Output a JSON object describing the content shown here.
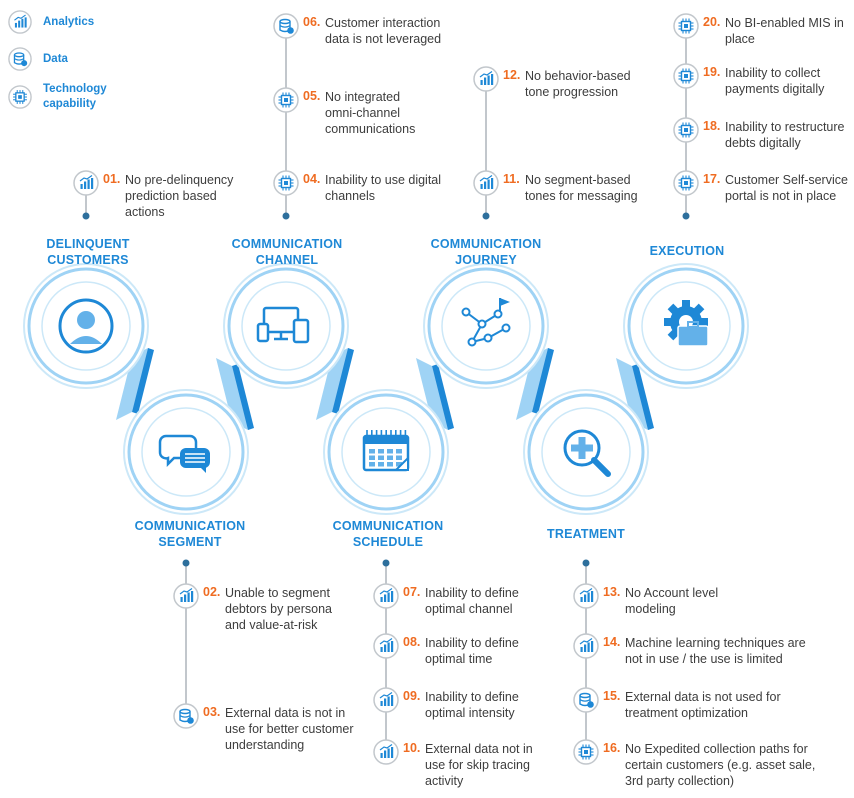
{
  "legend": [
    {
      "icon": "analytics-icon",
      "label": "Analytics"
    },
    {
      "icon": "data-icon",
      "label": "Data"
    },
    {
      "icon": "technology-icon",
      "label": "Technology capability"
    }
  ],
  "colors": {
    "blue": "#1e88d6",
    "light_blue": "#9fd3f5",
    "ring": "#cce8f8",
    "orange": "#ef6c22",
    "text": "#3d3d3d",
    "line": "#c2c7cc"
  },
  "stages": [
    {
      "label": "DELINQUENT CUSTOMERS",
      "icon": "person-icon"
    },
    {
      "label": "COMMUNICATION SEGMENT",
      "icon": "chat-bubbles-icon"
    },
    {
      "label": "COMMUNICATION CHANNEL",
      "icon": "devices-icon"
    },
    {
      "label": "COMMUNICATION SCHEDULE",
      "icon": "calendar-icon"
    },
    {
      "label": "COMMUNICATION JOURNEY",
      "icon": "journey-path-icon"
    },
    {
      "label": "TREATMENT",
      "icon": "medical-cross-magnifier-icon"
    },
    {
      "label": "EXECUTION",
      "icon": "gear-briefcase-icon"
    }
  ],
  "items": [
    {
      "num": "01.",
      "text": "No pre-delinquency prediction based actions",
      "type": "analytics"
    },
    {
      "num": "02.",
      "text": "Unable to segment debtors by persona and value-at-risk",
      "type": "analytics"
    },
    {
      "num": "03.",
      "text": "External data is not in use for better customer understanding",
      "type": "data"
    },
    {
      "num": "04.",
      "text": "Inability to use digital channels",
      "type": "technology"
    },
    {
      "num": "05.",
      "text": "No integrated omni-channel communications",
      "type": "technology"
    },
    {
      "num": "06.",
      "text": "Customer interaction data is not leveraged",
      "type": "data"
    },
    {
      "num": "07.",
      "text": "Inability to define optimal channel",
      "type": "analytics"
    },
    {
      "num": "08.",
      "text": "Inability to define optimal time",
      "type": "analytics"
    },
    {
      "num": "09.",
      "text": "Inability to define optimal intensity",
      "type": "analytics"
    },
    {
      "num": "10.",
      "text": "External data not in use for skip tracing activity",
      "type": "analytics"
    },
    {
      "num": "11.",
      "text": "No segment-based tones for messaging",
      "type": "analytics"
    },
    {
      "num": "12.",
      "text": "No behavior-based tone progression",
      "type": "analytics"
    },
    {
      "num": "13.",
      "text": "No Account level modeling",
      "type": "analytics"
    },
    {
      "num": "14.",
      "text": "Machine learning techniques are not in use / the use is limited",
      "type": "analytics"
    },
    {
      "num": "15.",
      "text": "External data is not used for treatment optimization",
      "type": "data"
    },
    {
      "num": "16.",
      "text": "No Expedited collection paths for certain customers (e.g. asset sale, 3rd party collection)",
      "type": "technology"
    },
    {
      "num": "17.",
      "text": "Customer Self-service portal is not in place",
      "type": "technology"
    },
    {
      "num": "18.",
      "text": "Inability to restructure debts digitally",
      "type": "technology"
    },
    {
      "num": "19.",
      "text": "Inability to collect payments digitally",
      "type": "technology"
    },
    {
      "num": "20.",
      "text": "No BI-enabled MIS in place",
      "type": "technology"
    }
  ]
}
